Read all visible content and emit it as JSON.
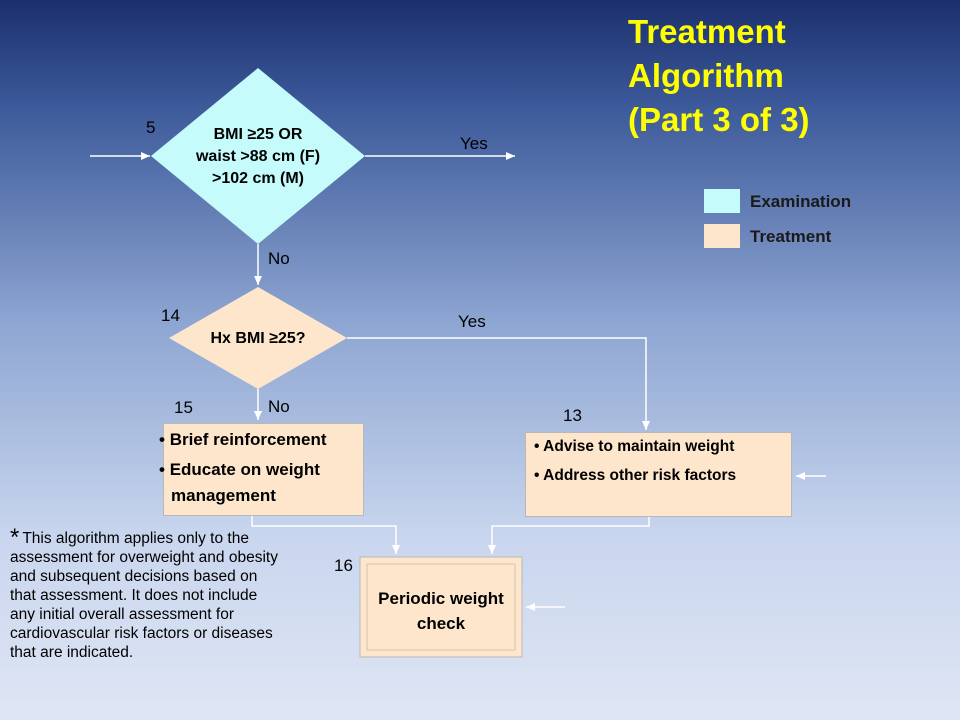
{
  "title": {
    "line1": "Treatment",
    "line2": "Algorithm",
    "line3": "(Part 3 of 3)"
  },
  "legend": {
    "examination": {
      "label": "Examination",
      "color": "#c5fbfb"
    },
    "treatment": {
      "label": "Treatment",
      "color": "#fde6cc"
    }
  },
  "nodes": {
    "n5": {
      "number": "5",
      "line1": "BMI ≥25 OR",
      "line2": "waist >88 cm (F)",
      "line3": ">102 cm (M)"
    },
    "n14": {
      "number": "14",
      "text": "Hx BMI ≥25?"
    },
    "n15": {
      "number": "15",
      "item1": "Brief reinforcement",
      "item2a": "Educate on weight",
      "item2b": "management"
    },
    "n13": {
      "number": "13",
      "item1": "Advise to maintain weight",
      "item2": "Address other risk factors"
    },
    "n16": {
      "number": "16",
      "line1": "Periodic weight",
      "line2": "check"
    }
  },
  "edges": {
    "yes1": "Yes",
    "no1": "No",
    "yes2": "Yes",
    "no2": "No"
  },
  "bullet": "•",
  "note": {
    "star": "*",
    "text": "This algorithm applies only to the assessment for overweight and obesity and subsequent decisions based on that assessment.  It does not include any initial overall assessment for cardiovascular risk factors or diseases that are indicated."
  }
}
